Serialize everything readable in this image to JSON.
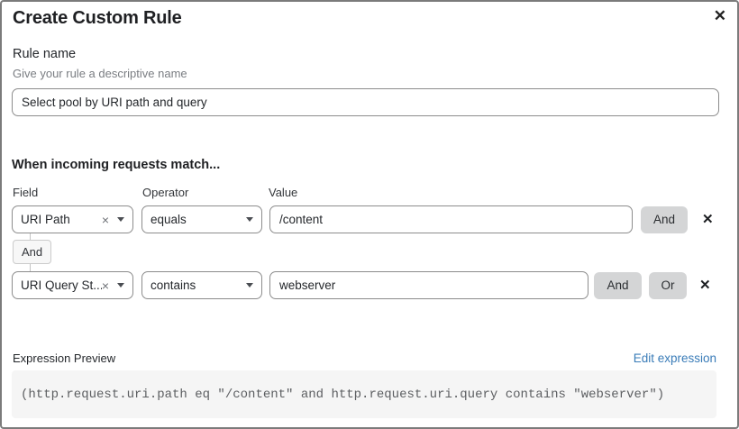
{
  "dialog": {
    "title": "Create Custom Rule"
  },
  "icons": {
    "close": "✕",
    "clear": "×",
    "remove": "✕"
  },
  "rule_name": {
    "label": "Rule name",
    "hint": "Give your rule a descriptive name",
    "value": "Select pool by URI path and query"
  },
  "matcher": {
    "heading": "When incoming requests match...",
    "columns": {
      "field": "Field",
      "operator": "Operator",
      "value": "Value"
    },
    "connector_label": "And",
    "rows": [
      {
        "field": "URI Path",
        "operator": "equals",
        "value": "/content",
        "buttons": [
          "And"
        ]
      },
      {
        "field": "URI Query St...",
        "operator": "contains",
        "value": "webserver",
        "buttons": [
          "And",
          "Or"
        ]
      }
    ]
  },
  "expression": {
    "label": "Expression Preview",
    "edit_link": "Edit expression",
    "code": "(http.request.uri.path eq \"/content\" and http.request.uri.query contains \"webserver\")"
  },
  "colors": {
    "link_blue": "#3a7cb8",
    "button_gray": "#d4d5d6",
    "code_background": "#f5f5f5",
    "border_gray": "#8c8c8c"
  }
}
